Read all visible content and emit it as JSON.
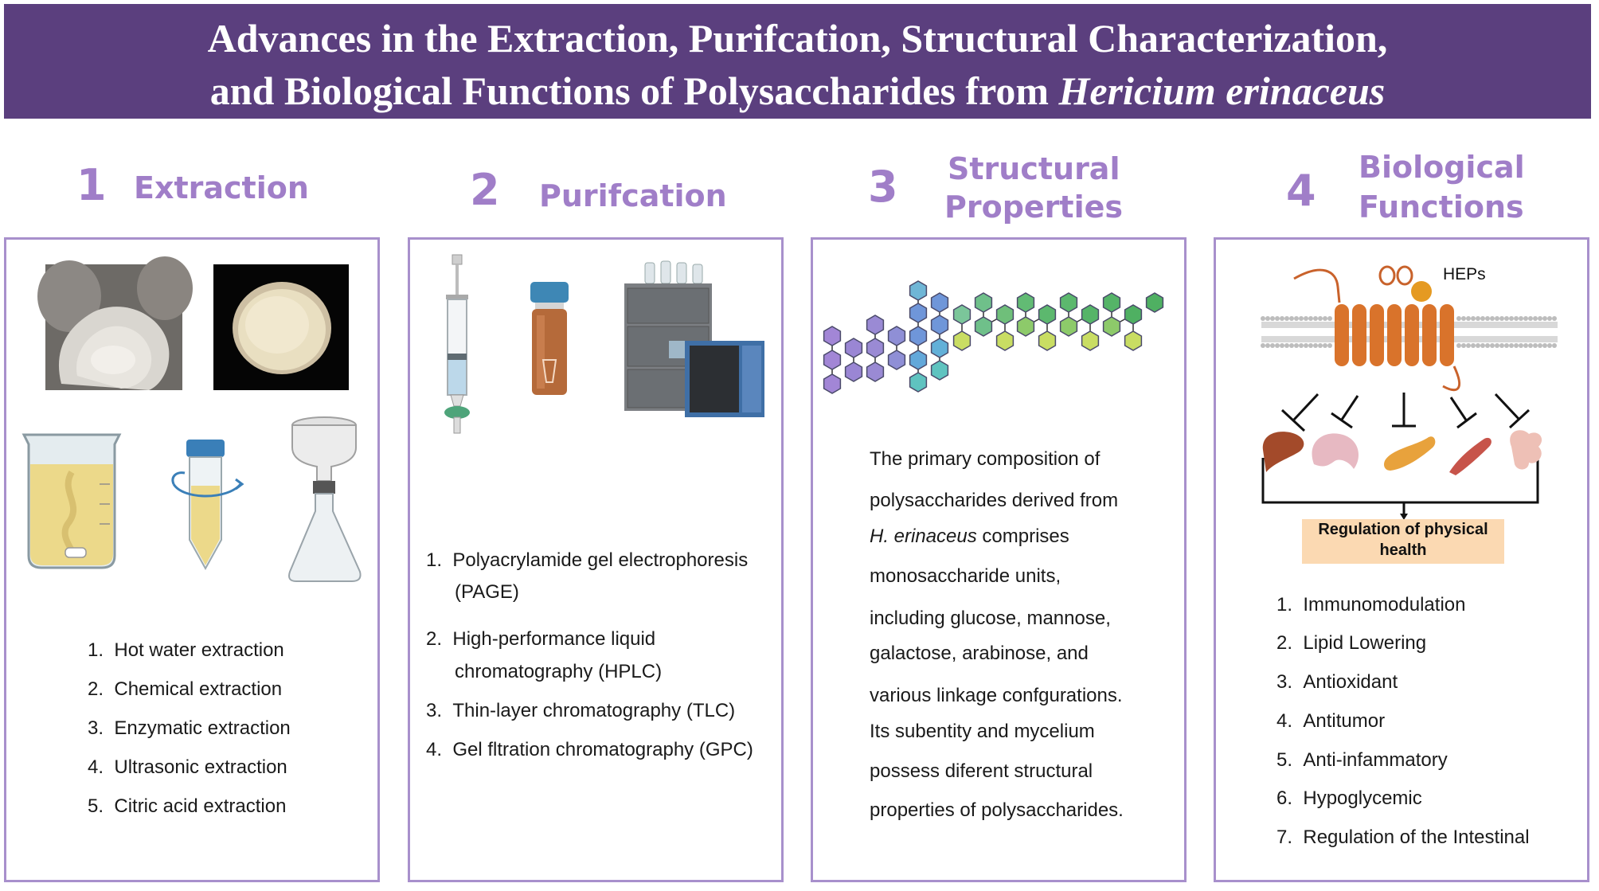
{
  "header": {
    "title_line1": "Advances in the Extraction, Purifcation, Structural Characterization,",
    "title_line2_prefix": "and Biological Functions of Polysaccharides from ",
    "title_line2_italic": "Hericium erinaceus"
  },
  "colors": {
    "banner_purple": "#5b3f7e",
    "section_lavender": "#a07ec8",
    "panel_border": "#a890cc",
    "callout_peach": "#fbd9b2",
    "receptor_orange": "#d9732b"
  },
  "sections": [
    {
      "number": "1",
      "title": "Extraction",
      "items": [
        {
          "n": "1.",
          "text": "Hot water extraction"
        },
        {
          "n": "2.",
          "text": "Chemical extraction"
        },
        {
          "n": "3.",
          "text": "Enzymatic extraction"
        },
        {
          "n": "4.",
          "text": "Ultrasonic extraction"
        },
        {
          "n": "5.",
          "text": "Citric acid extraction"
        }
      ]
    },
    {
      "number": "2",
      "title": "Purifcation",
      "items": [
        {
          "n": "1.",
          "text": "Polyacrylamide gel electrophoresis",
          "text2": "(PAGE)"
        },
        {
          "n": "2.",
          "text": "High-performance liquid",
          "text2": "chromatography (HPLC)"
        },
        {
          "n": "3.",
          "text": "Thin-layer chromatography (TLC)"
        },
        {
          "n": "4.",
          "text": "Gel fltration chromatography (GPC)"
        }
      ]
    },
    {
      "number": "3",
      "title_line1": "Structural",
      "title_line2": "Properties",
      "paragraph": {
        "l1": "The primary composition of",
        "l2": "polysaccharides derived from",
        "l3_italic": "H. erinaceus",
        "l3_rest": " comprises",
        "l4": "monosaccharide units,",
        "l5": "including glucose, mannose,",
        "l6": "galactose, arabinose, and",
        "l7": "various linkage confgurations.",
        "l8": "Its subentity and mycelium",
        "l9": "possess diferent structural",
        "l10": "properties of  polysaccharides."
      }
    },
    {
      "number": "4",
      "title_line1": "Biological",
      "title_line2": "Functions",
      "receptor_label": "HEPs",
      "callout": "Regulation of  physical health",
      "items": [
        {
          "n": "1.",
          "text": "Immunomodulation"
        },
        {
          "n": "2.",
          "text": "Lipid Lowering"
        },
        {
          "n": "3.",
          "text": "Antioxidant"
        },
        {
          "n": "4.",
          "text": "Antitumor"
        },
        {
          "n": "5.",
          "text": "Anti-infammatory"
        },
        {
          "n": "6.",
          "text": "Hypoglycemic"
        },
        {
          "n": "7.",
          "text": "Regulation of the Intestinal"
        }
      ]
    }
  ]
}
